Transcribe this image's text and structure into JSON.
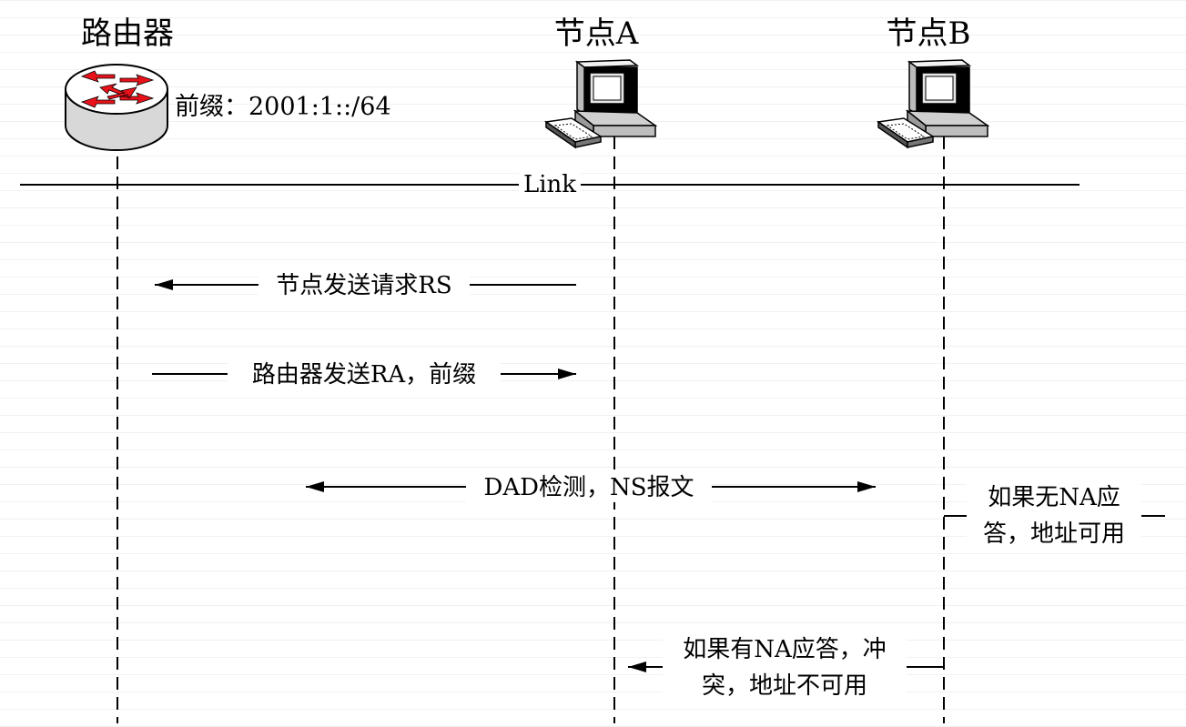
{
  "nodes": {
    "router": {
      "title": "路由器",
      "prefix_label": "前缀：2001:1::/64"
    },
    "node_a": {
      "title": "节点A"
    },
    "node_b": {
      "title": "节点B"
    }
  },
  "link_label": "Link",
  "messages": {
    "rs": "节点发送请求RS",
    "ra": "路由器发送RA，前缀",
    "dad": "DAD检测，NS报文",
    "no_na_line1": "如果无NA应",
    "no_na_line2": "答，地址可用",
    "has_na_line1": "如果有NA应答，冲",
    "has_na_line2": "突，地址不可用"
  },
  "colors": {
    "arrow_red": "#e8121b",
    "router_body": "#d8d8d8",
    "line": "#000000"
  }
}
